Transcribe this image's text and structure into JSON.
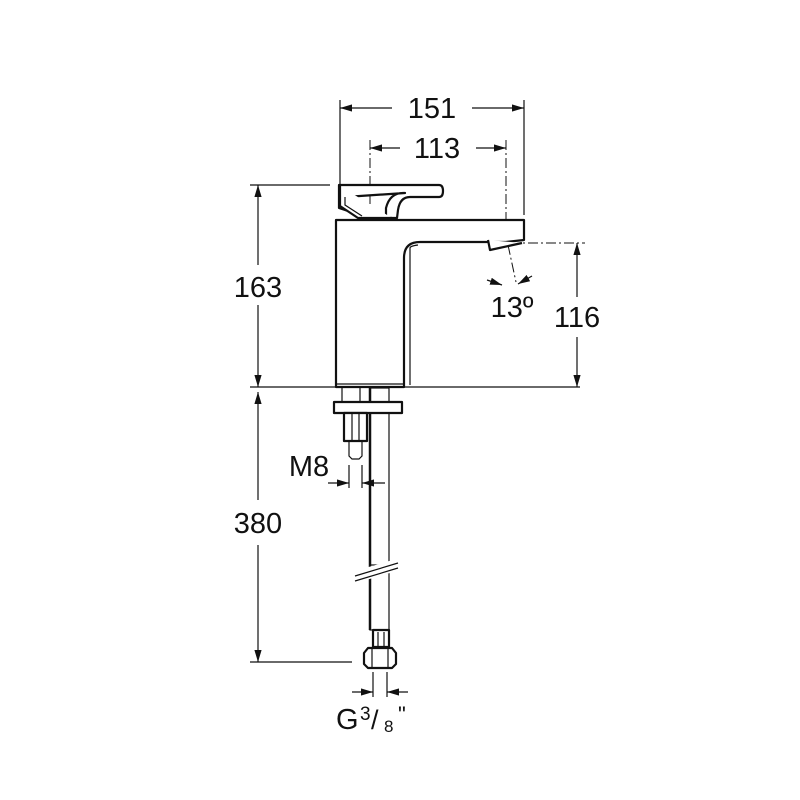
{
  "title": "Basin mixer dimension drawing",
  "dimensions": {
    "total_width": "151",
    "spout_reach": "113",
    "height": "163",
    "spout_height": "116",
    "spout_angle": "13º",
    "hose_length": "380",
    "stud_thread": "M8",
    "hose_connection": "G",
    "hose_connection_fraction_num": "3",
    "hose_connection_fraction_den": "8",
    "hose_connection_suffix": "\""
  }
}
